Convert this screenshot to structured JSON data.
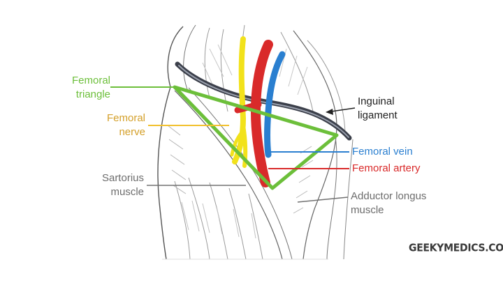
{
  "labels": {
    "femoral_triangle": "Femoral\ntriangle",
    "femoral_nerve": "Femoral\nnerve",
    "sartorius_muscle": "Sartorius\nmuscle",
    "inguinal_ligament": "Inguinal\nligament",
    "femoral_vein": "Femoral vein",
    "femoral_artery": "Femoral artery",
    "adductor_longus_muscle": "Adductor longus\nmuscle"
  },
  "watermark": "GEEKYMEDICS.COM",
  "colors": {
    "triangle": "#6cbf3a",
    "nerve": "#f2e21b",
    "nerve_label": "#d4a02a",
    "vein": "#2a7fd0",
    "artery": "#d92a2a",
    "ligament": "#3b3f4a",
    "grey_text": "#6d6d6d",
    "dark_text": "#222222"
  }
}
